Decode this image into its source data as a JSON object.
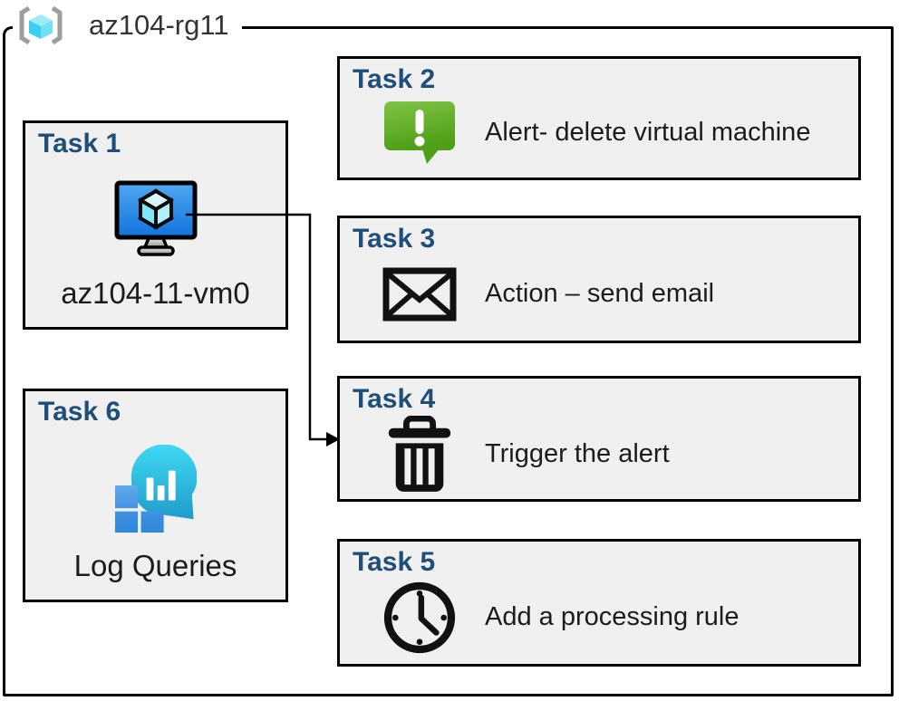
{
  "resource_group": {
    "name": "az104-rg11",
    "icon": "resource-group-icon"
  },
  "tasks": [
    {
      "title": "Task 1",
      "label": "az104-11-vm0",
      "icon": "virtual-machine-icon"
    },
    {
      "title": "Task 2",
      "label": "Alert- delete virtual machine",
      "icon": "alert-icon"
    },
    {
      "title": "Task 3",
      "label": "Action – send email",
      "icon": "email-icon"
    },
    {
      "title": "Task 4",
      "label": "Trigger the alert",
      "icon": "trash-icon"
    },
    {
      "title": "Task 5",
      "label": "Add a processing rule",
      "icon": "clock-icon"
    },
    {
      "title": "Task 6",
      "label": "Log Queries",
      "icon": "log-analytics-icon"
    }
  ],
  "connector": {
    "from_task": "Task 1",
    "to_task": "Task 4"
  },
  "colors": {
    "heading_blue": "#1F4E79",
    "box_fill": "#F0F0F0",
    "border_black": "#000000",
    "body_text": "#1C1C1C",
    "rg_name_text": "#333333",
    "alert_green_light": "#7FC345",
    "alert_green_dark": "#4F9F17",
    "vm_screen_light": "#4FA8F2",
    "vm_screen_dark": "#1273DD",
    "log_cyan_light": "#3FD9F4",
    "log_cyan_dark": "#1F9CCA",
    "log_blue_light": "#5FA9EB",
    "log_blue_dark": "#2F86D7",
    "rg_bracket_gray": "#9E9E9E",
    "cube_cyan_top": "#9BECF8",
    "cube_cyan_left": "#38D0EE",
    "cube_cyan_right": "#71E0F4"
  }
}
